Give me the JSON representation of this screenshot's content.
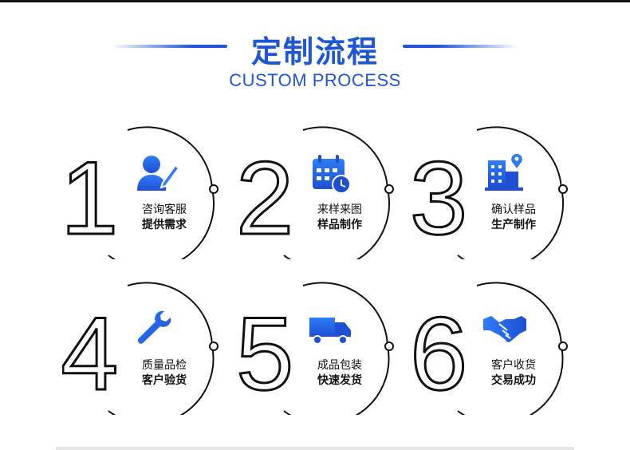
{
  "header": {
    "title_cn": "定制流程",
    "title_en": "CUSTOM PROCESS"
  },
  "colors": {
    "accent": "#1f56d6",
    "icon_gradient_start": "#2f7cf6",
    "icon_gradient_end": "#1d4fd2",
    "stroke": "#111111"
  },
  "steps": [
    {
      "number": "1",
      "icon": "customer-service-icon",
      "line1": "咨询客服",
      "line2": "提供需求"
    },
    {
      "number": "2",
      "icon": "calendar-clock-icon",
      "line1": "来样来图",
      "line2": "样品制作"
    },
    {
      "number": "3",
      "icon": "factory-building-icon",
      "line1": "确认样品",
      "line2": "生产制作"
    },
    {
      "number": "4",
      "icon": "wrench-icon",
      "line1": "质量品检",
      "line2": "客户验货"
    },
    {
      "number": "5",
      "icon": "delivery-truck-icon",
      "line1": "成品包装",
      "line2": "快速发货"
    },
    {
      "number": "6",
      "icon": "handshake-icon",
      "line1": "客户收货",
      "line2": "交易成功"
    }
  ]
}
